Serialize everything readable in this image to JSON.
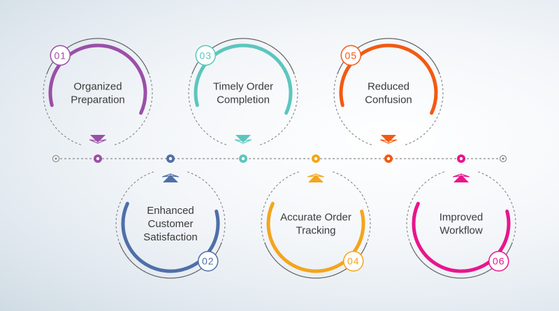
{
  "steps": [
    {
      "number": "01",
      "lines": [
        "Organized",
        "Preparation"
      ],
      "color": "#9b4fa7",
      "position": "top"
    },
    {
      "number": "02",
      "lines": [
        "Enhanced",
        "Customer",
        "Satisfaction"
      ],
      "color": "#4f6fa8",
      "position": "bottom"
    },
    {
      "number": "03",
      "lines": [
        "Timely Order",
        "Completion"
      ],
      "color": "#5cc6bd",
      "position": "top"
    },
    {
      "number": "04",
      "lines": [
        "Accurate Order",
        "Tracking"
      ],
      "color": "#f4a51c",
      "position": "bottom"
    },
    {
      "number": "05",
      "lines": [
        "Reduced",
        "Confusion"
      ],
      "color": "#f25a12",
      "position": "top"
    },
    {
      "number": "06",
      "lines": [
        "Improved",
        "Workflow"
      ],
      "color": "#e8158c",
      "position": "bottom"
    }
  ],
  "colors": {
    "timeline": "#888888",
    "text": "#3a3a3a"
  }
}
